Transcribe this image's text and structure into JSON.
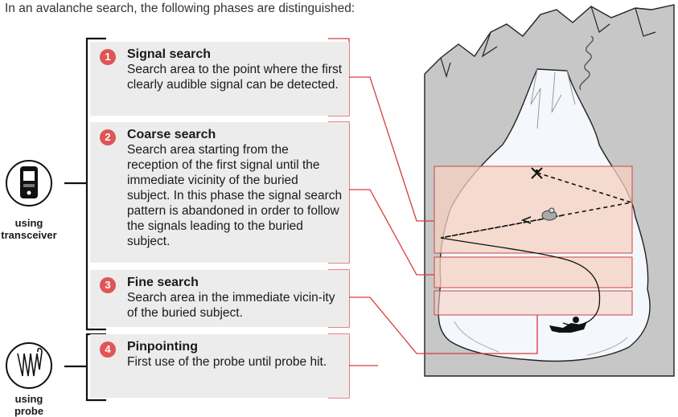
{
  "intro": "In an avalanche search, the following phases are distinguished:",
  "phases": [
    {
      "num": "1",
      "title": "Signal search",
      "desc": "Search area to the point where the first clearly audible signal can be detected."
    },
    {
      "num": "2",
      "title": "Coarse search",
      "desc": "Search area starting from the reception of the first signal until the immediate vicinity of the buried subject. In this phase the signal search pattern is abandoned in order to follow the signals leading to the buried subject."
    },
    {
      "num": "3",
      "title": "Fine search",
      "desc": "Search area in the immediate vicin-ity of the buried subject."
    },
    {
      "num": "4",
      "title": "Pinpointing",
      "desc": "First use of the probe until probe hit."
    }
  ],
  "labels": {
    "transceiver": "using transceiver",
    "probe": "using probe"
  },
  "icons": [
    "transceiver-icon",
    "probe-icon",
    "buried-person-icon",
    "searcher-icon"
  ],
  "colors": {
    "accent_red": "#e05555",
    "zone_fill": "#f5d0c0",
    "panel_gray": "#ececec",
    "rock_gray": "#c7c7c7"
  }
}
